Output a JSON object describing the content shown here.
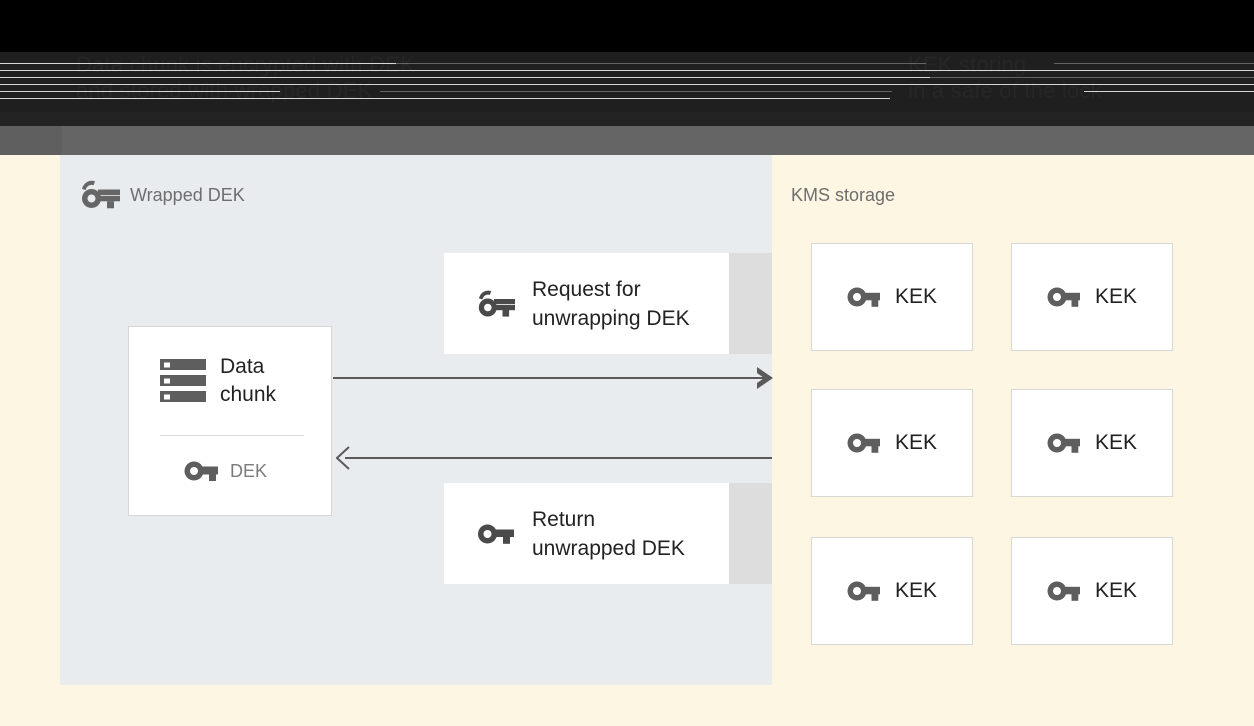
{
  "slide": {
    "title_left": "Data chunk is encrypted with DEK\nand stored with wrapped DEK",
    "title_right": "KEK storing\nin a safe of the lock"
  },
  "left_panel": {
    "label": "Wrapped DEK",
    "icon": "wrapped-key-icon",
    "data_chunk": {
      "icon": "server-icon",
      "title": "Data\nchunk",
      "key_icon": "key-icon",
      "key_label": "DEK"
    },
    "messages": [
      {
        "id": "request",
        "icon": "wrapped-key-icon",
        "text": "Request for\nunwrapping DEK"
      },
      {
        "id": "return",
        "icon": "key-icon",
        "text": "Return\nunwrapped DEK"
      }
    ],
    "arrows": [
      {
        "id": "request-arrow",
        "direction": "right"
      },
      {
        "id": "return-arrow",
        "direction": "left"
      }
    ]
  },
  "kms_storage": {
    "label": "KMS storage",
    "keys": [
      {
        "icon": "key-icon",
        "label": "KEK"
      },
      {
        "icon": "key-icon",
        "label": "KEK"
      },
      {
        "icon": "key-icon",
        "label": "KEK"
      },
      {
        "icon": "key-icon",
        "label": "KEK"
      },
      {
        "icon": "key-icon",
        "label": "KEK"
      },
      {
        "icon": "key-icon",
        "label": "KEK"
      }
    ]
  },
  "colors": {
    "left_panel_bg": "#E8ECEF",
    "cream_bg": "#FDF6E3",
    "card_bg": "#FFFFFF",
    "card_border": "#D8D8D8",
    "icon_grey": "#666666",
    "text_dark": "#222222",
    "text_muted": "#6E6E6E",
    "arrow_grey": "#5A5A5A",
    "shadow_strip": "#DDDDDD",
    "chrome_black": "#000000",
    "chrome_dark": "#1F1F1F",
    "chrome_grey": "#656565"
  }
}
